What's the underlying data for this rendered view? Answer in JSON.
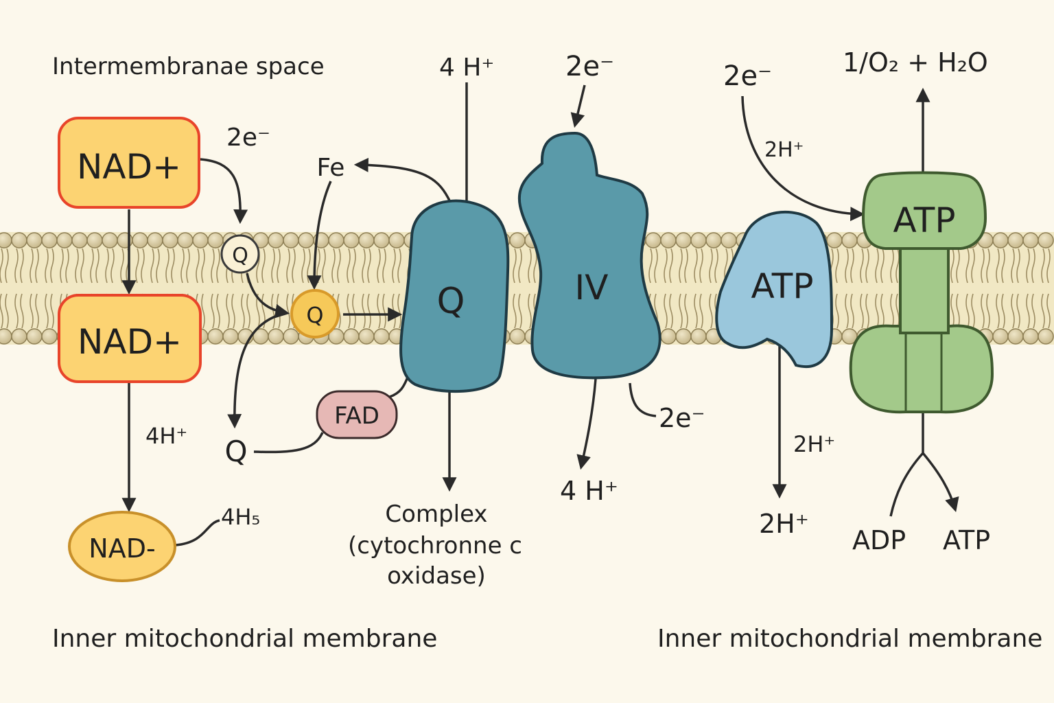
{
  "labels": {
    "intermembrane_space": "Intermembranae space",
    "inner_membrane_left": "Inner mitochondrial membrane",
    "inner_membrane_right": "Inner mitochondrial membrane"
  },
  "nodes": {
    "nad_top": "NAD+",
    "nad_mid": "NAD+",
    "nad_minus": "NAD-",
    "q_small": "Q",
    "q_orange": "Q",
    "q_lower": "Q",
    "fe": "Fe",
    "fad": "FAD",
    "complex_q": "Q",
    "complex_iv": "IV",
    "atp_blue": "ATP",
    "atp_synthase": "ATP"
  },
  "annotations": {
    "e_top_left": "2e⁻",
    "h_left": "4H⁺",
    "h5_left": "4H₅",
    "h_top_q": "4 H⁺",
    "e_top_iv": "2e⁻",
    "e_right_iv": "2e⁻",
    "h_bottom_iv": "4 H⁺",
    "complex_caption_1": "Complex",
    "complex_caption_2": "(cytochronne c",
    "complex_caption_3": "oxidase)",
    "e_top_right": "2e⁻",
    "h_mid_right": "2H⁺",
    "h_below_atp_1": "2H⁺",
    "h_below_atp_2": "2H⁺",
    "o2_h2o": "1/O₂ + H₂O",
    "adp": "ADP",
    "atp_out": "ATP"
  },
  "colors": {
    "background": "#fcf8ec",
    "membrane_head": "#d6c9a2",
    "membrane_core": "#f1e8c4",
    "nad_fill": "#fcd372",
    "nad_border": "#e8442a",
    "complex_teal": "#5a9aa9",
    "atp_blue": "#9ac7dc",
    "atp_green": "#a3c98a",
    "fad_fill": "#e6b8b5"
  }
}
